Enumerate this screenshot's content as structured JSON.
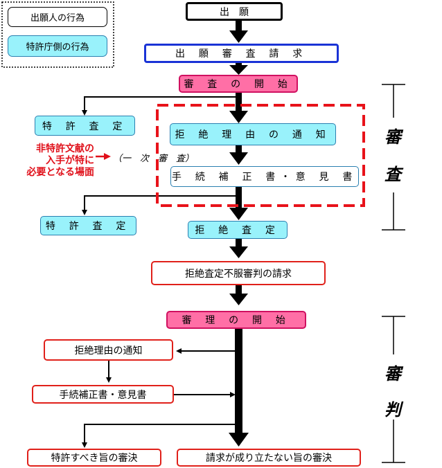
{
  "legend": {
    "applicant": "出願人の行為",
    "office": "特許庁側の行為"
  },
  "flow": {
    "filing": "出　願",
    "exam_request": "出 願 審 査 請 求",
    "exam_start": "審 査 の 開 始",
    "grant1": "特 許 査 定",
    "rejection_notice": "拒 絶 理 由 の 通 知",
    "amendment": "手 続 補 正 書・意 見 書",
    "grant2": "特 許 査 定",
    "final_rejection": "拒 絶 査 定",
    "appeal_request": "拒絶査定不服審判の請求",
    "trial_start": "審 理 の 開 始",
    "trial_rejection_notice": "拒絶理由の通知",
    "trial_amendment": "手続補正書・意見書",
    "grant_decision": "特許すべき旨の審決",
    "reject_decision": "請求が成り立たない旨の審決"
  },
  "note": {
    "line1": "非特許文献の",
    "line2": "入手が特に",
    "line3": "必要となる場面",
    "label": "（一　次　審　査）"
  },
  "stages": {
    "exam_char1": "審",
    "exam_char2": "査",
    "trial_char1": "審",
    "trial_char2": "判"
  },
  "colors": {
    "office_fill": "#99f2fb",
    "start_fill": "#ff6fa6",
    "highlight_dash": "#e8121a",
    "note_text": "#e0101a"
  }
}
